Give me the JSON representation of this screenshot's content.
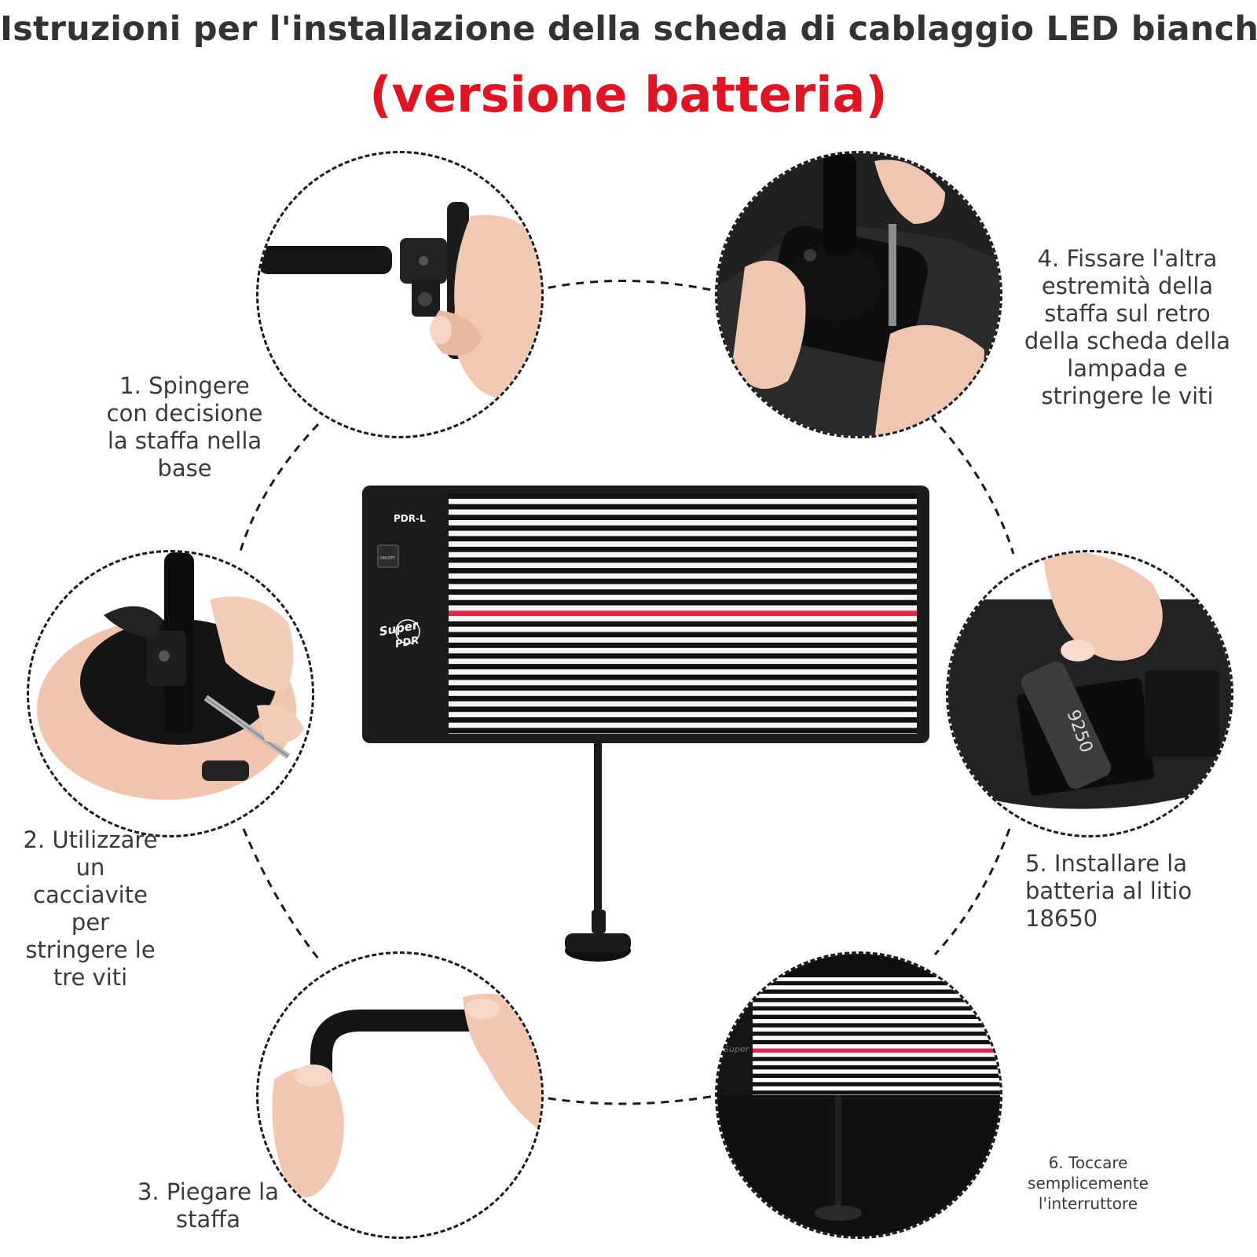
{
  "header": {
    "title": "Istruzioni per l'installazione della scheda di cablaggio LED bianchi",
    "subtitle": "(versione batteria)"
  },
  "colors": {
    "title": "#333333",
    "subtitle": "#e11422",
    "board": "#1c1c1c",
    "red_line": "#e0284a"
  },
  "steps": [
    {
      "label": "1. Spingere\ncon decisione\nla staffa nella\nbase"
    },
    {
      "label": "2. Utilizzare\nun\ncacciavite\nper\nstringere le\ntre viti"
    },
    {
      "label": "3. Piegare la\nstaffa"
    },
    {
      "label": "4. Fissare l'altra\nestremità della\nstaffa sul retro\ndella scheda della\nlampada e\nstringere le viti"
    },
    {
      "label": "5. Installare la\nbatteria al litio\n18650"
    },
    {
      "label": "6. Toccare\nsemplicemente\nl'interruttore"
    }
  ],
  "product": {
    "model": "PDR-L",
    "switch": "ON/OFF",
    "brand_line1": "Super",
    "brand_line2": "PDR"
  },
  "battery_print": "9250"
}
